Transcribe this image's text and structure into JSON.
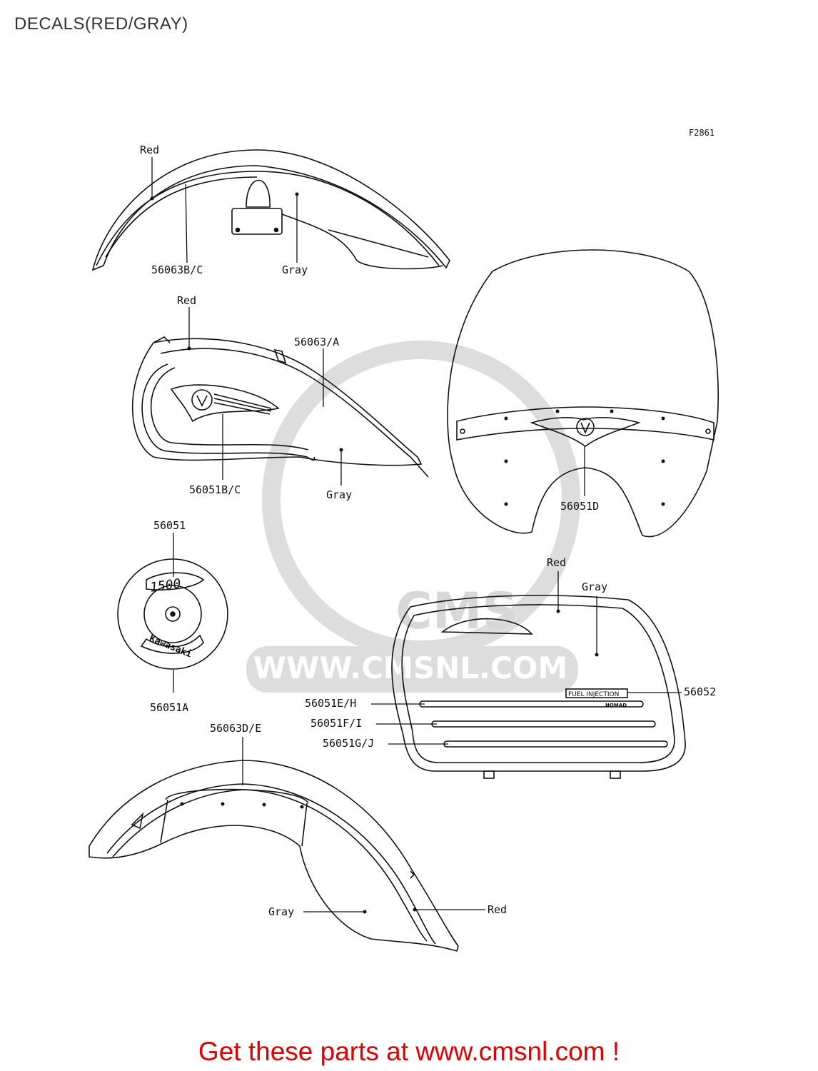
{
  "header": {
    "title": "DECALS(RED/GRAY)"
  },
  "figure": {
    "id": "F2861"
  },
  "labels": {
    "rear_fender_red": "Red",
    "rear_fender_part": "56063B/C",
    "rear_fender_gray": "Gray",
    "tank_red": "Red",
    "tank_stripe_part": "56063/A",
    "tank_emblem_part": "56051B/C",
    "tank_gray": "Gray",
    "windshield_part": "56051D",
    "cover_part_top": "56051",
    "cover_part_bottom": "56051A",
    "bag_red": "Red",
    "bag_gray": "Gray",
    "bag_emblem_part": "56052",
    "bag_stripe1_part": "56051E/H",
    "bag_stripe2_part": "56051F/I",
    "bag_stripe3_part": "56051G/J",
    "front_fender_part": "56063D/E",
    "front_fender_gray": "Gray",
    "front_fender_red": "Red"
  },
  "emblems": {
    "cover_number": "1500",
    "cover_brand": "Kawasaki",
    "bag_emblem_text": "FUEL INJECTION",
    "bag_emblem_sub": "NOMAD"
  },
  "watermark": {
    "text": "WWW.CMSNL.COM",
    "logo": "CMS"
  },
  "footer": {
    "text": "Get these parts at www.cmsnl.com !",
    "color": "#e00000"
  },
  "colors": {
    "line": "#111111",
    "watermark": "#cfcfcf"
  }
}
